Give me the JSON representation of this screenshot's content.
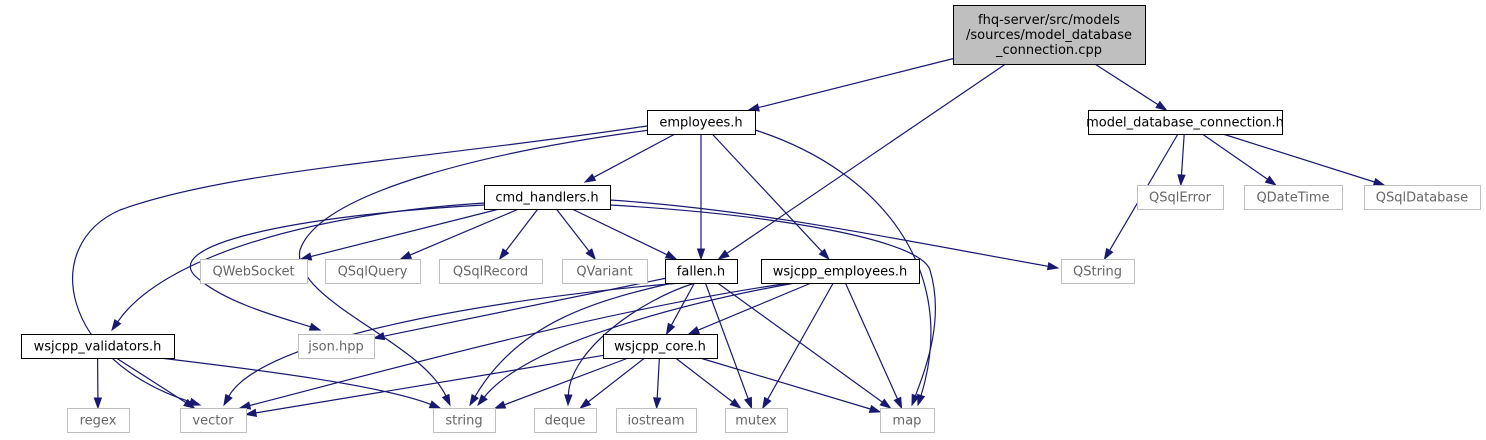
{
  "diagram": {
    "type": "include-dependency-graph",
    "nodes": [
      {
        "id": "main",
        "kind": "main",
        "lines": [
          "fhq-server/src/models",
          "/sources/model_database",
          "_connection.cpp"
        ]
      },
      {
        "id": "employees_h",
        "kind": "doc",
        "lines": [
          "employees.h"
        ]
      },
      {
        "id": "model_database_connection_h",
        "kind": "doc",
        "lines": [
          "model_database_connection.h"
        ]
      },
      {
        "id": "cmd_handlers_h",
        "kind": "doc",
        "lines": [
          "cmd_handlers.h"
        ]
      },
      {
        "id": "fallen_h",
        "kind": "doc",
        "lines": [
          "fallen.h"
        ]
      },
      {
        "id": "wsjcpp_employees_h",
        "kind": "doc",
        "lines": [
          "wsjcpp_employees.h"
        ]
      },
      {
        "id": "wsjcpp_validators_h",
        "kind": "doc",
        "lines": [
          "wsjcpp_validators.h"
        ]
      },
      {
        "id": "wsjcpp_core_h",
        "kind": "doc",
        "lines": [
          "wsjcpp_core.h"
        ]
      },
      {
        "id": "QWebSocket",
        "kind": "ext",
        "lines": [
          "QWebSocket"
        ]
      },
      {
        "id": "QSqlQuery",
        "kind": "ext",
        "lines": [
          "QSqlQuery"
        ]
      },
      {
        "id": "QSqlRecord",
        "kind": "ext",
        "lines": [
          "QSqlRecord"
        ]
      },
      {
        "id": "QVariant",
        "kind": "ext",
        "lines": [
          "QVariant"
        ]
      },
      {
        "id": "QString",
        "kind": "ext",
        "lines": [
          "QString"
        ]
      },
      {
        "id": "QSqlError",
        "kind": "ext",
        "lines": [
          "QSqlError"
        ]
      },
      {
        "id": "QDateTime",
        "kind": "ext",
        "lines": [
          "QDateTime"
        ]
      },
      {
        "id": "QSqlDatabase",
        "kind": "ext",
        "lines": [
          "QSqlDatabase"
        ]
      },
      {
        "id": "json_hpp",
        "kind": "ext",
        "lines": [
          "json.hpp"
        ]
      },
      {
        "id": "regex",
        "kind": "ext",
        "lines": [
          "regex"
        ]
      },
      {
        "id": "vector",
        "kind": "ext",
        "lines": [
          "vector"
        ]
      },
      {
        "id": "string",
        "kind": "ext",
        "lines": [
          "string"
        ]
      },
      {
        "id": "deque",
        "kind": "ext",
        "lines": [
          "deque"
        ]
      },
      {
        "id": "iostream",
        "kind": "ext",
        "lines": [
          "iostream"
        ]
      },
      {
        "id": "mutex",
        "kind": "ext",
        "lines": [
          "mutex"
        ]
      },
      {
        "id": "map",
        "kind": "ext",
        "lines": [
          "map"
        ]
      }
    ],
    "edges": [
      [
        "main",
        "employees_h"
      ],
      [
        "main",
        "fallen_h"
      ],
      [
        "main",
        "model_database_connection_h"
      ],
      [
        "employees_h",
        "cmd_handlers_h"
      ],
      [
        "employees_h",
        "fallen_h"
      ],
      [
        "employees_h",
        "wsjcpp_employees_h"
      ],
      [
        "employees_h",
        "vector"
      ],
      [
        "employees_h",
        "string"
      ],
      [
        "employees_h",
        "map"
      ],
      [
        "model_database_connection_h",
        "QString"
      ],
      [
        "model_database_connection_h",
        "QSqlError"
      ],
      [
        "model_database_connection_h",
        "QDateTime"
      ],
      [
        "model_database_connection_h",
        "QSqlDatabase"
      ],
      [
        "cmd_handlers_h",
        "QWebSocket"
      ],
      [
        "cmd_handlers_h",
        "QSqlQuery"
      ],
      [
        "cmd_handlers_h",
        "QSqlRecord"
      ],
      [
        "cmd_handlers_h",
        "QVariant"
      ],
      [
        "cmd_handlers_h",
        "fallen_h"
      ],
      [
        "cmd_handlers_h",
        "QString"
      ],
      [
        "cmd_handlers_h",
        "wsjcpp_validators_h"
      ],
      [
        "cmd_handlers_h",
        "json_hpp"
      ],
      [
        "cmd_handlers_h",
        "map"
      ],
      [
        "fallen_h",
        "json_hpp"
      ],
      [
        "fallen_h",
        "wsjcpp_core_h"
      ],
      [
        "fallen_h",
        "vector"
      ],
      [
        "fallen_h",
        "string"
      ],
      [
        "fallen_h",
        "deque"
      ],
      [
        "fallen_h",
        "mutex"
      ],
      [
        "fallen_h",
        "map"
      ],
      [
        "wsjcpp_employees_h",
        "wsjcpp_core_h"
      ],
      [
        "wsjcpp_employees_h",
        "vector"
      ],
      [
        "wsjcpp_employees_h",
        "string"
      ],
      [
        "wsjcpp_employees_h",
        "mutex"
      ],
      [
        "wsjcpp_employees_h",
        "map"
      ],
      [
        "wsjcpp_validators_h",
        "regex"
      ],
      [
        "wsjcpp_validators_h",
        "vector"
      ],
      [
        "wsjcpp_validators_h",
        "string"
      ],
      [
        "wsjcpp_core_h",
        "vector"
      ],
      [
        "wsjcpp_core_h",
        "string"
      ],
      [
        "wsjcpp_core_h",
        "deque"
      ],
      [
        "wsjcpp_core_h",
        "iostream"
      ],
      [
        "wsjcpp_core_h",
        "mutex"
      ],
      [
        "wsjcpp_core_h",
        "map"
      ]
    ]
  }
}
